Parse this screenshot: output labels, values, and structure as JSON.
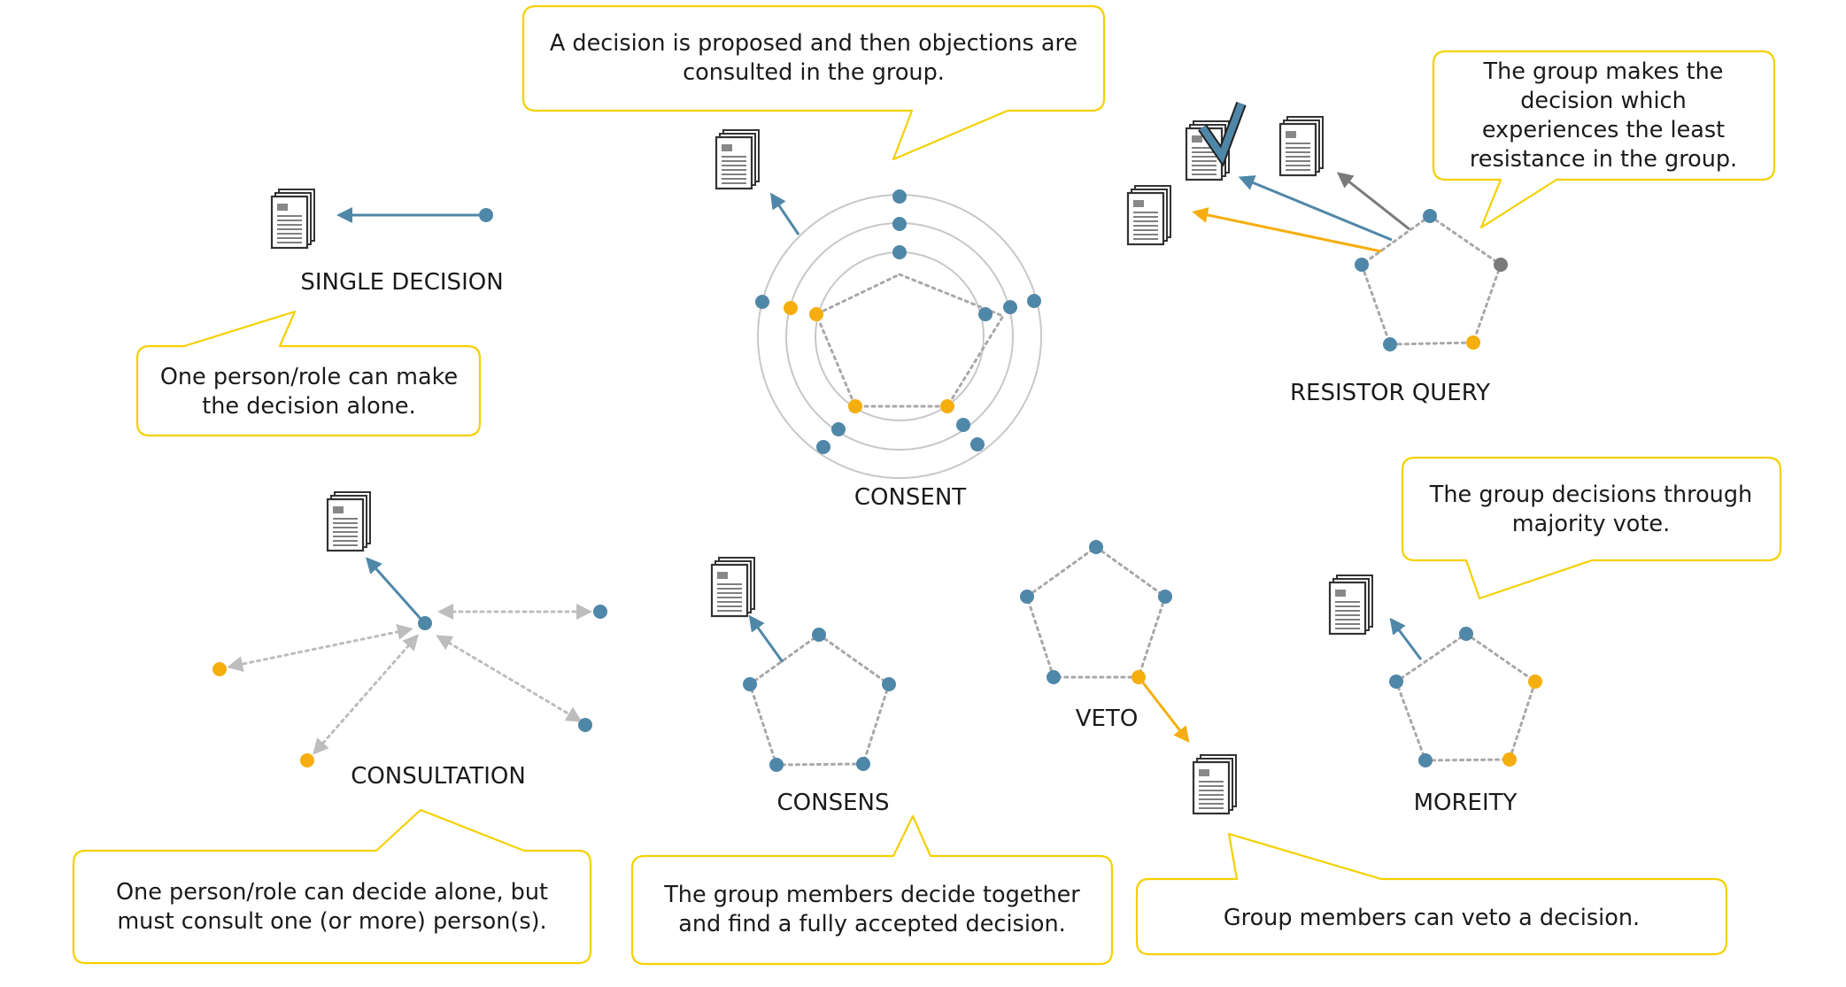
{
  "colors": {
    "blue": "#4f87a8",
    "orange": "#f5ae0d",
    "gray": "#7a7a7a",
    "bubble_border": "#f5d000"
  },
  "labels": {
    "single_decision": "SINGLE DECISION",
    "consent": "CONSENT",
    "resistor_query": "RESISTOR QUERY",
    "consultation": "CONSULTATION",
    "consens": "CONSENS",
    "veto": "VETO",
    "moreity": "MOREITY"
  },
  "bubbles": {
    "consent": [
      "A decision is proposed and then objections are",
      "consulted in the group."
    ],
    "resistor_query": [
      "The group makes the",
      "decision which",
      "experiences the least",
      "resistance in the group."
    ],
    "single_decision": [
      "One person/role can make",
      "the decision alone."
    ],
    "moreity": [
      "The group decisions through",
      "majority vote."
    ],
    "consultation": [
      "One person/role can decide alone, but",
      "must consult one (or more) person(s)."
    ],
    "consens": [
      "The group members decide together",
      "and find a fully accepted decision."
    ],
    "veto": [
      "Group members can veto a decision."
    ]
  },
  "icons": {
    "document": "document-stack-icon",
    "checkmark": "checkmark-icon"
  }
}
